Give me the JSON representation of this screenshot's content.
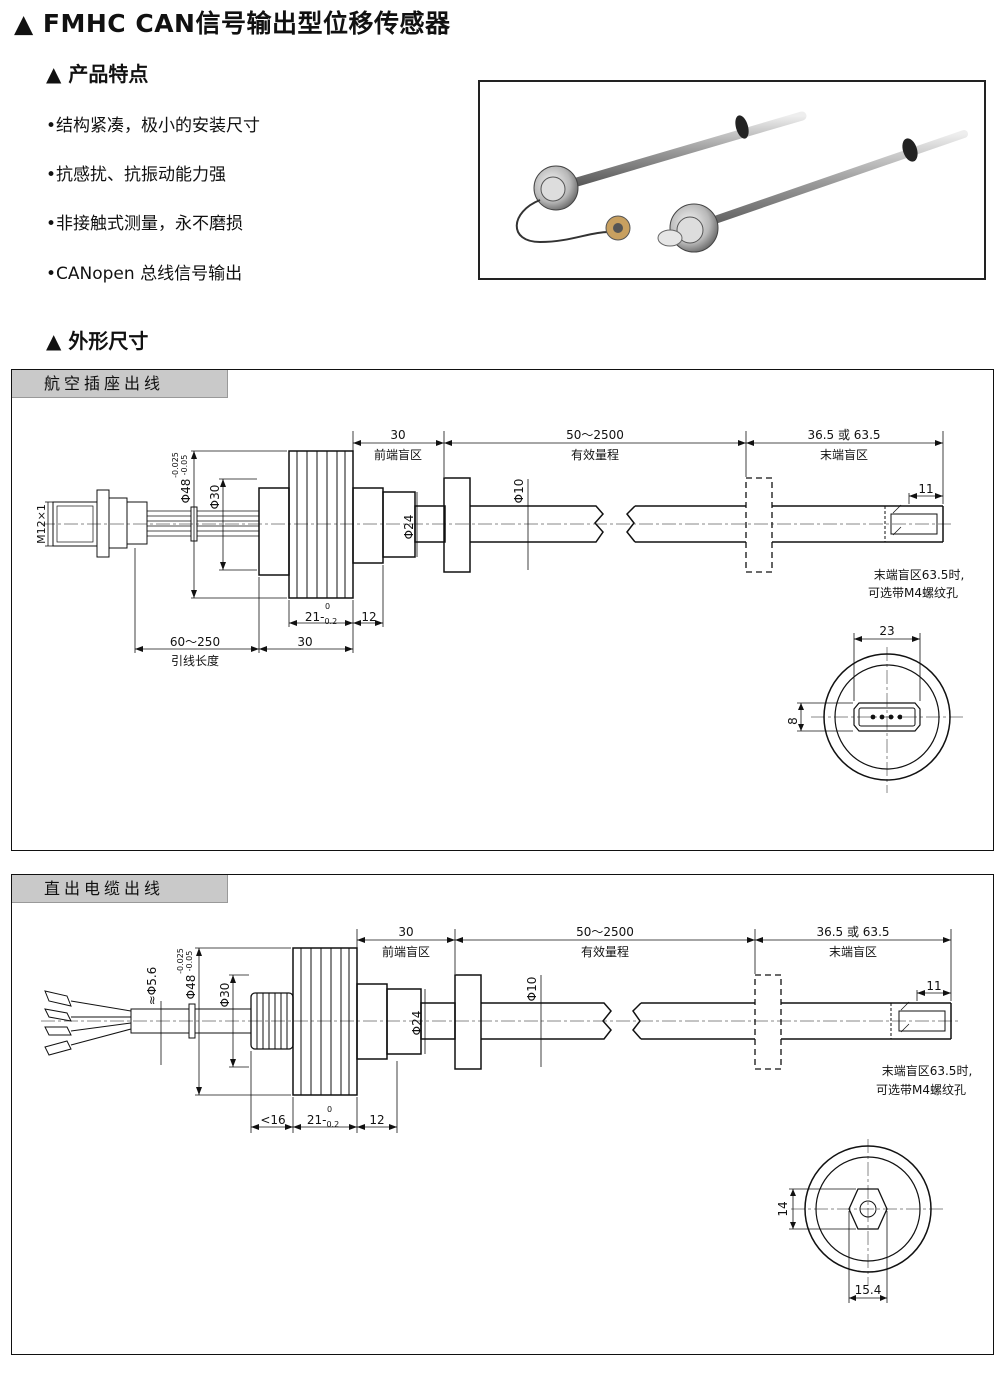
{
  "title": "▲ FMHC  CAN信号输出型位移传感器",
  "features_heading": "▲ 产品特点",
  "features": [
    "•结构紧凑，极小的安装尺寸",
    "•抗感扰、抗振动能力强",
    "•非接触式测量，永不磨损",
    "•CANopen 总线信号输出"
  ],
  "dims_heading": "▲ 外形尺寸",
  "panel1": {
    "tab": "航空插座出线",
    "dim_30": "30",
    "dim_front": "前端盲区",
    "dim_range": "50～2500",
    "dim_range_label": "有效量程",
    "dim_end": "36.5 或 63.5",
    "dim_end_label": "末端盲区",
    "dim_11": "11",
    "phi48": "Φ48",
    "phi48_tol_top": "-0.025",
    "phi48_tol_bottom": "-0.05",
    "phi30": "Φ30",
    "phi24": "Φ24",
    "phi10": "Φ10",
    "m12": "M12×1",
    "dim_21": "21-",
    "dim_21_tol": "0.2",
    "dim_21_tol0": "0",
    "dim_12": "12",
    "dim_60_250": "60～250",
    "dim_lead": "引线长度",
    "dim_30b": "30",
    "note1": "末端盲区63.5时,",
    "note2": "可选带M4螺纹孔",
    "dim_23": "23",
    "dim_8": "8"
  },
  "panel2": {
    "tab": "直出电缆出线",
    "dim_30": "30",
    "dim_front": "前端盲区",
    "dim_range": "50～2500",
    "dim_range_label": "有效量程",
    "dim_end": "36.5 或 63.5",
    "dim_end_label": "末端盲区",
    "dim_11": "11",
    "phi56": "≈Φ5.6",
    "phi48": "Φ48",
    "phi48_tol_top": "-0.025",
    "phi48_tol_bottom": "-0.05",
    "phi30": "Φ30",
    "phi24": "Φ24",
    "phi10": "Φ10",
    "dim_16": "<16",
    "dim_21": "21-",
    "dim_21_tol": "0.2",
    "dim_21_tol0": "0",
    "dim_12": "12",
    "note1": "末端盲区63.5时,",
    "note2": "可选带M4螺纹孔",
    "dim_14": "14",
    "dim_154": "15.4"
  }
}
